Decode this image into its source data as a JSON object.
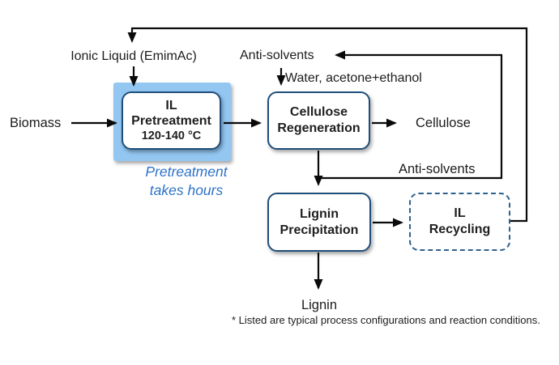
{
  "colors": {
    "line": "#0a0a0a",
    "box_border": "#1f4e79",
    "dashed_border": "#2e618f",
    "highlight_fill": "#93c7f2",
    "note_text": "#2d72c8"
  },
  "nodes": {
    "il_pretreatment": {
      "line1": "IL",
      "line2": "Pretreatment",
      "line3": "120-140 °C"
    },
    "cellulose_regeneration": {
      "line1": "Cellulose",
      "line2": "Regeneration"
    },
    "lignin_precipitation": {
      "line1": "Lignin",
      "line2": "Precipitation"
    },
    "il_recycling": {
      "line1": "IL",
      "line2": "Recycling"
    }
  },
  "labels": {
    "biomass": "Biomass",
    "ionic_liquid": "Ionic Liquid (EmimAc)",
    "anti_solvents_top": "Anti-solvents",
    "water_acetone_ethanol": "Water, acetone+ethanol",
    "cellulose_output": "Cellulose",
    "anti_solvents_return": "Anti-solvents",
    "lignin_output": "Lignin"
  },
  "annotations": {
    "pretreatment_note_line1": "Pretreatment",
    "pretreatment_note_line2": "takes hours",
    "footnote": "* Listed are typical process configurations and reaction conditions."
  }
}
